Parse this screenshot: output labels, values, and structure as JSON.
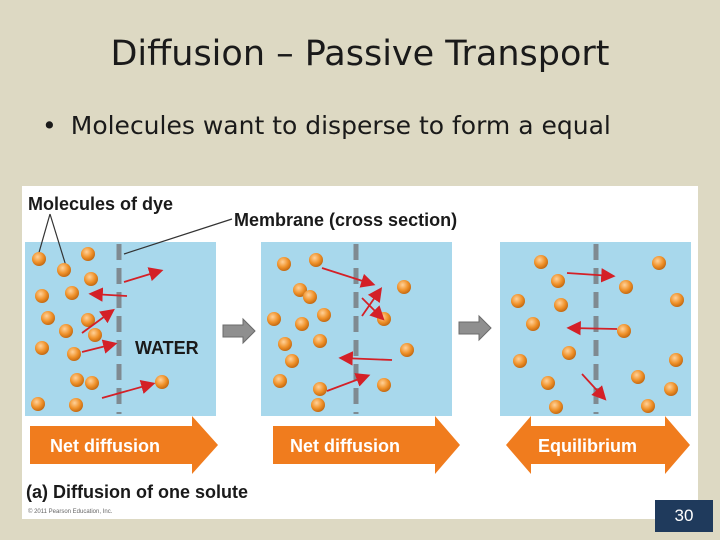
{
  "slide": {
    "title": "Diffusion – Passive Transport",
    "bullet": "Molecules want to disperse to form a equal",
    "page_number": "30"
  },
  "figure": {
    "label_dye": "Molecules of dye",
    "label_membrane": "Membrane (cross section)",
    "label_water": "WATER",
    "arrow_1": "Net diffusion",
    "arrow_2": "Net diffusion",
    "arrow_3": "Equilibrium",
    "caption": "(a) Diffusion of one solute",
    "copyright": "© 2011 Pearson Education, Inc.",
    "colors": {
      "water": "#a8d8ec",
      "molecule": "#f0922a",
      "membrane": "#7f8a91",
      "arrow": "#f07c1e",
      "diffusion_arrow": "#d42027"
    }
  }
}
